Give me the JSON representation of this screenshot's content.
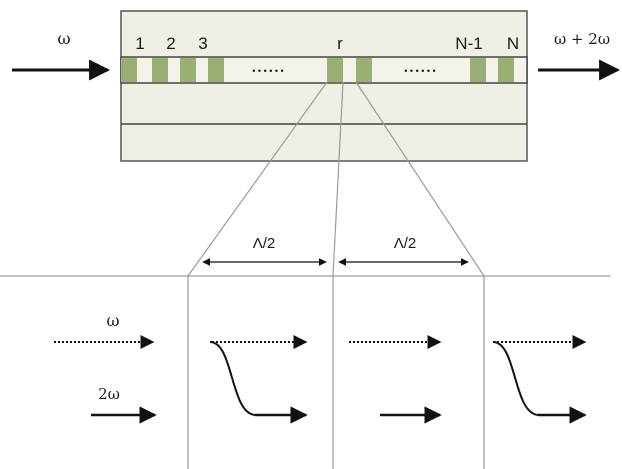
{
  "diagram": {
    "input_label": "ω",
    "output_label": "ω + 2ω",
    "segment_labels": {
      "first": "1",
      "second": "2",
      "third": "3",
      "middle": "r",
      "second_last": "N-1",
      "last": "N"
    },
    "dots": "• • • • • •",
    "half_period_left": "Λ/2",
    "half_period_right": "Λ/2",
    "fundamental_label": "ω",
    "second_harmonic_label": "2ω"
  },
  "colors": {
    "domain_fill": "#9aaf74",
    "waveguide_fill": "#efefe4",
    "line": "#111111",
    "guide": "#9a9a9a"
  }
}
